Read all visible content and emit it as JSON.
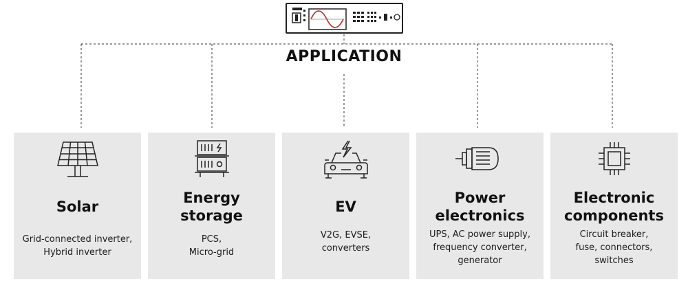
{
  "header": {
    "title": "APPLICATION"
  },
  "device": {
    "icon": "test-instrument-icon"
  },
  "cards": [
    {
      "icon": "solar-panel-icon",
      "title": "Solar",
      "desc": "Grid-connected inverter,\nHybrid inverter"
    },
    {
      "icon": "energy-storage-icon",
      "title": "Energy\nstorage",
      "desc": "PCS,\nMicro-grid"
    },
    {
      "icon": "electric-car-icon",
      "title": "EV",
      "desc": "V2G, EVSE,\nconverters"
    },
    {
      "icon": "motor-icon",
      "title": "Power\nelectronics",
      "desc": "UPS, AC power supply,\nfrequency converter,\ngenerator"
    },
    {
      "icon": "chip-icon",
      "title": "Electronic\ncomponents",
      "desc": "Circuit breaker,\nfuse, connectors,\nswitches"
    }
  ]
}
